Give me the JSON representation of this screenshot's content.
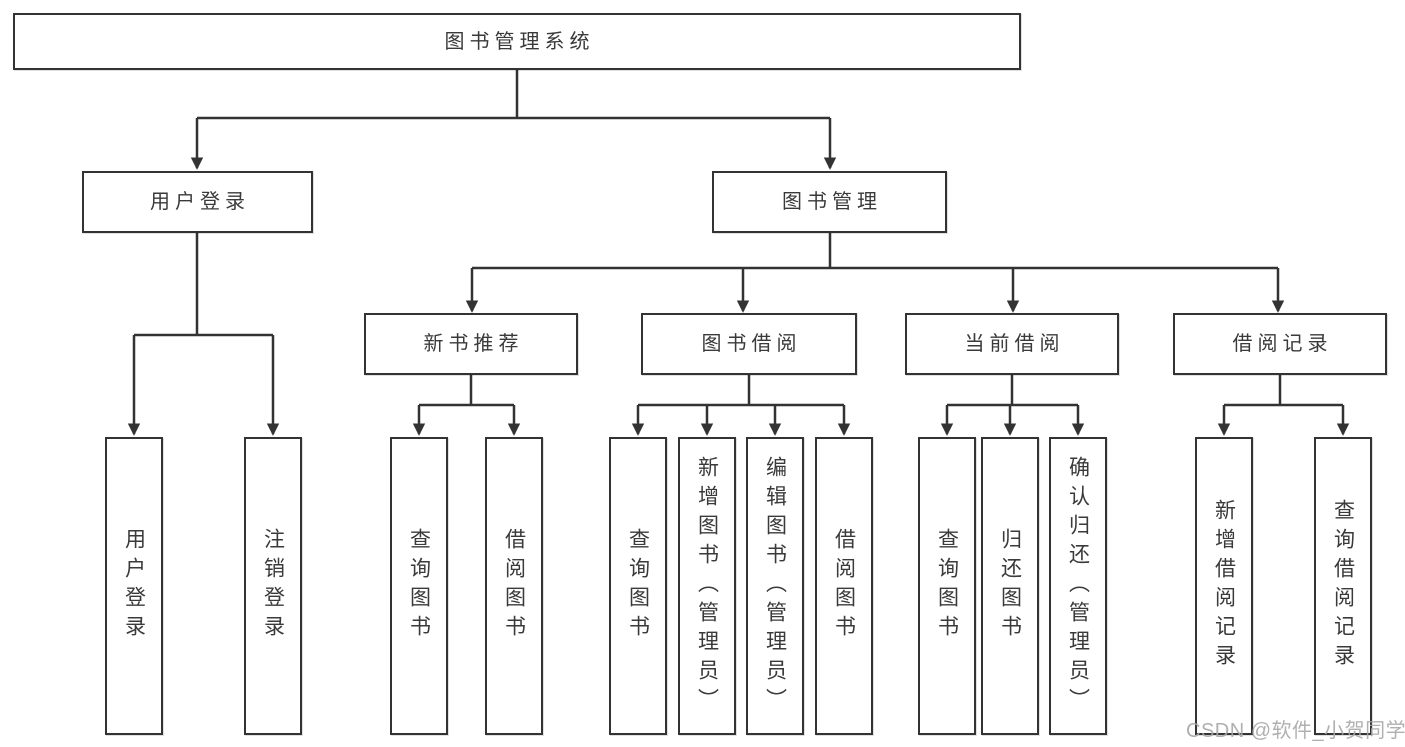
{
  "tree": {
    "root": "图书管理系统",
    "branches": [
      {
        "label": "用户登录",
        "children": [
          "用户登录",
          "注销登录"
        ]
      },
      {
        "label": "图书管理",
        "groups": [
          {
            "label": "新书推荐",
            "children": [
              "查询图书",
              "借阅图书"
            ]
          },
          {
            "label": "图书借阅",
            "children": [
              "查询图书",
              "新增图书（管理员）",
              "编辑图书（管理员）",
              "借阅图书"
            ]
          },
          {
            "label": "当前借阅",
            "children": [
              "查询图书",
              "归还图书",
              "确认归还（管理员）"
            ]
          },
          {
            "label": "借阅记录",
            "children": [
              "新增借阅记录",
              "查询借阅记录"
            ]
          }
        ]
      }
    ]
  },
  "watermark": {
    "text": "CSDN @软件_小贺同学"
  },
  "colors": {
    "line": "#333333",
    "text": "#3a3a3a",
    "box_background": "#ffffff",
    "watermark": "#a8a8a8"
  }
}
